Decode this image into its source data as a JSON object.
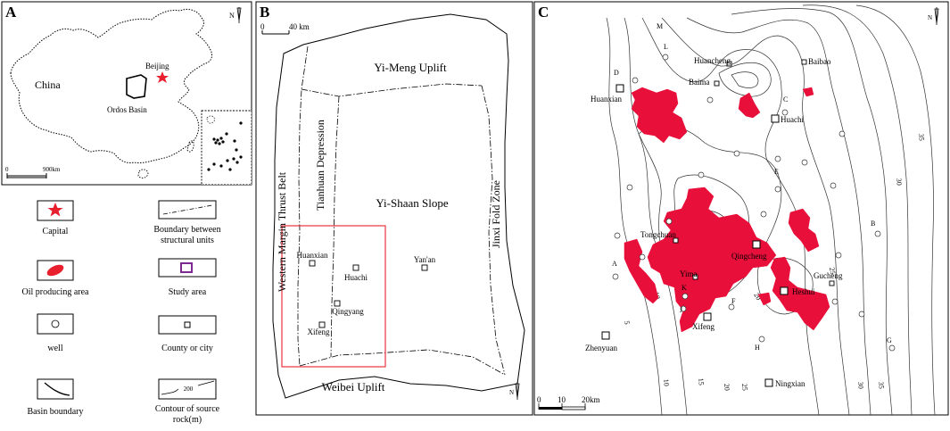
{
  "panelA": {
    "letter": "A",
    "north": "N",
    "labels": {
      "country": "China",
      "capital_name": "Beijing",
      "basin": "Ordos Basin"
    },
    "scale": {
      "left": "0",
      "right": "900km"
    }
  },
  "legend": [
    {
      "icon": "red-star-icon",
      "label": "Capital"
    },
    {
      "icon": "dash-dot-line-icon",
      "label": "Boundary between structural units"
    },
    {
      "icon": "red-ellipse-icon",
      "label": "Oil producing area"
    },
    {
      "icon": "purple-square-icon",
      "label": "Study area"
    },
    {
      "icon": "circle-icon",
      "label": "well"
    },
    {
      "icon": "small-square-icon",
      "label": "County or city"
    },
    {
      "icon": "curve-line-icon",
      "label": "Basin boundary"
    },
    {
      "icon": "contour-line-icon",
      "label": "Contour of source rock(m)",
      "value": "200"
    }
  ],
  "panelB": {
    "letter": "B",
    "north": "N",
    "scale": {
      "left": "0",
      "right": "40 km"
    },
    "units": [
      "Yi-Meng Uplift",
      "Western Margin Thrust Belt",
      "Tianhuan Depression",
      "Yi-Shaan Slope",
      "Jinxi Fold Zone",
      "Weibei Uplift"
    ],
    "cities": [
      "Huanxian",
      "Huachi",
      "Yan'an",
      "Qingyang",
      "Xifeng"
    ]
  },
  "panelC": {
    "letter": "C",
    "north": "N",
    "scale": {
      "left": "0",
      "mid": "10",
      "right": "20km"
    },
    "cities": [
      "Huancheng",
      "Baibao",
      "Baima",
      "Huanxian",
      "Huachi",
      "Tongchuan",
      "Qingcheng",
      "Yima",
      "Heshui",
      "Gucheng",
      "Xifeng",
      "Zhenyuan",
      "Ningxian"
    ],
    "wells": [
      "M",
      "L",
      "D",
      "C",
      "E",
      "B",
      "A",
      "K",
      "J",
      "F",
      "H",
      "G"
    ],
    "contours": [
      "5",
      "10",
      "15",
      "20",
      "25",
      "30",
      "35",
      "5",
      "10",
      "15",
      "20",
      "25",
      "30",
      "35"
    ]
  }
}
